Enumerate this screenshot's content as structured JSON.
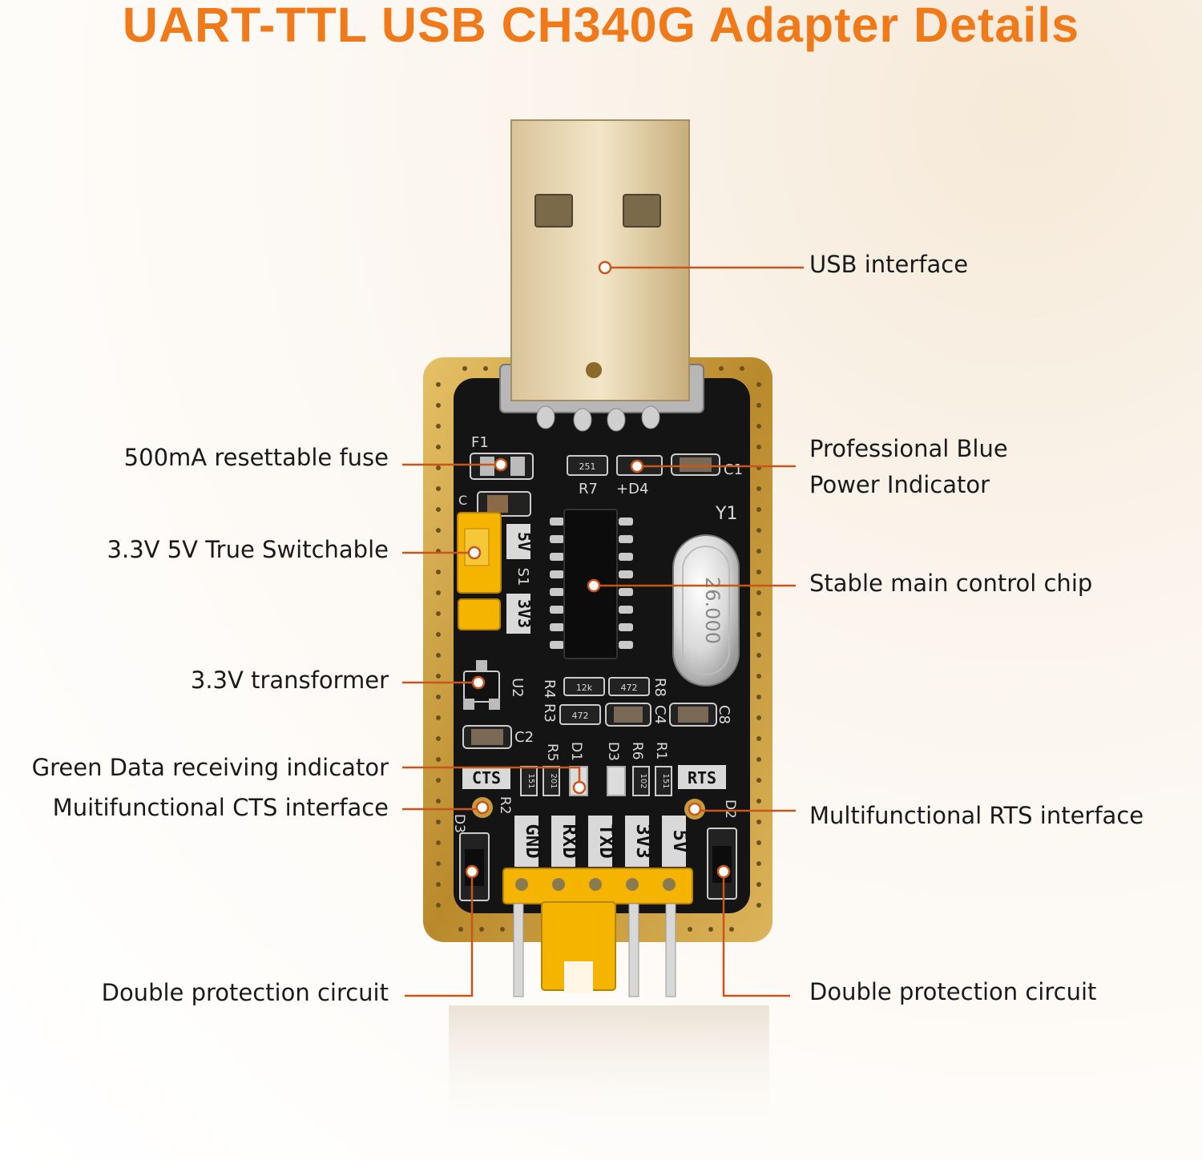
{
  "title": "UART-TTL USB CH340G Adapter Details",
  "callouts": {
    "usb_interface": "USB interface",
    "fuse": "500mA resettable fuse",
    "power_indicator_line1": "Professional Blue",
    "power_indicator_line2": "Power Indicator",
    "switchable": "3.3V 5V True Switchable",
    "main_chip": "Stable main control chip",
    "transformer": "3.3V transformer",
    "green_indicator": "Green Data receiving indicator",
    "cts": "Muitifunctional CTS interface",
    "rts": "Multifunctional RTS interface",
    "double_protection_left": "Double protection circuit",
    "double_protection_right": "Double protection circuit"
  },
  "board": {
    "pins": [
      "GND",
      "RXD",
      "TXD",
      "3V3",
      "5V"
    ],
    "crystal": "26.000",
    "silkscreen": {
      "f1": "F1",
      "r7": "R7",
      "d4": "+D4",
      "c1": "C1",
      "y1": "Y1",
      "c": "C",
      "s1": "S1",
      "v5": "5V",
      "v3": "3V3",
      "u2": "U2",
      "r4": "R4",
      "r3": "R3",
      "r8": "R8",
      "c4": "C4",
      "c8": "C8",
      "c2": "C2",
      "r5": "R5",
      "d1": "D1",
      "d3a": "D3",
      "r6": "R6",
      "r1": "R1",
      "r2": "R2",
      "cts": "CTS",
      "rts": "RTS",
      "d3b": "D3",
      "d2": "D2"
    },
    "resistor_codes": {
      "r7": "251",
      "r4": "12k",
      "r8": "472",
      "r3": "472",
      "r5": "151",
      "r2": "201",
      "r6": "102",
      "r1": "151"
    }
  },
  "colors": {
    "accent": "#f07a1a",
    "leader": "#c8561a",
    "pcb": "#141414",
    "gold": "#c99a3a",
    "jumper": "#f4b400"
  }
}
